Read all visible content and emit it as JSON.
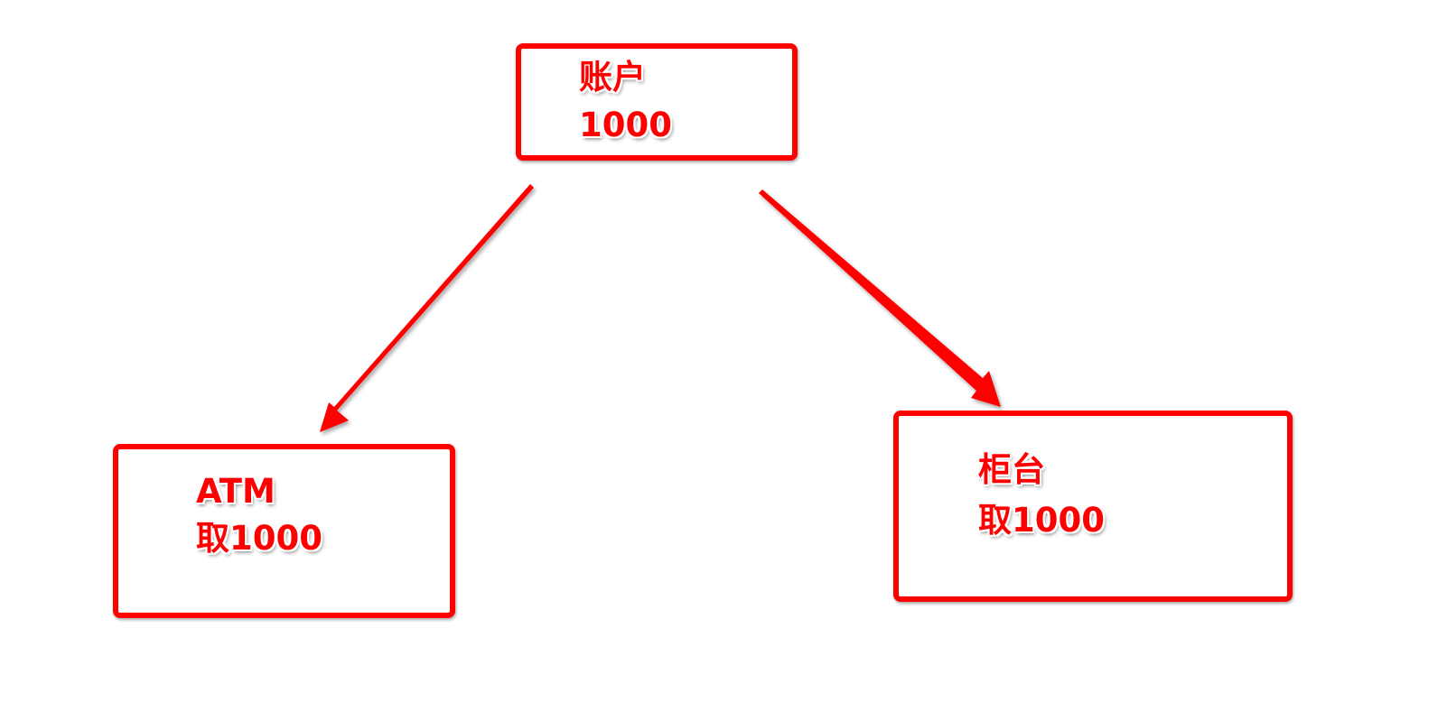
{
  "nodes": {
    "account": {
      "title": "账户",
      "value": "1000"
    },
    "atm": {
      "title": "ATM",
      "value": "取1000"
    },
    "counter": {
      "title": "柜台",
      "value": "取1000"
    }
  },
  "colors": {
    "stroke": "#ff0000",
    "background": "#ffffff"
  }
}
